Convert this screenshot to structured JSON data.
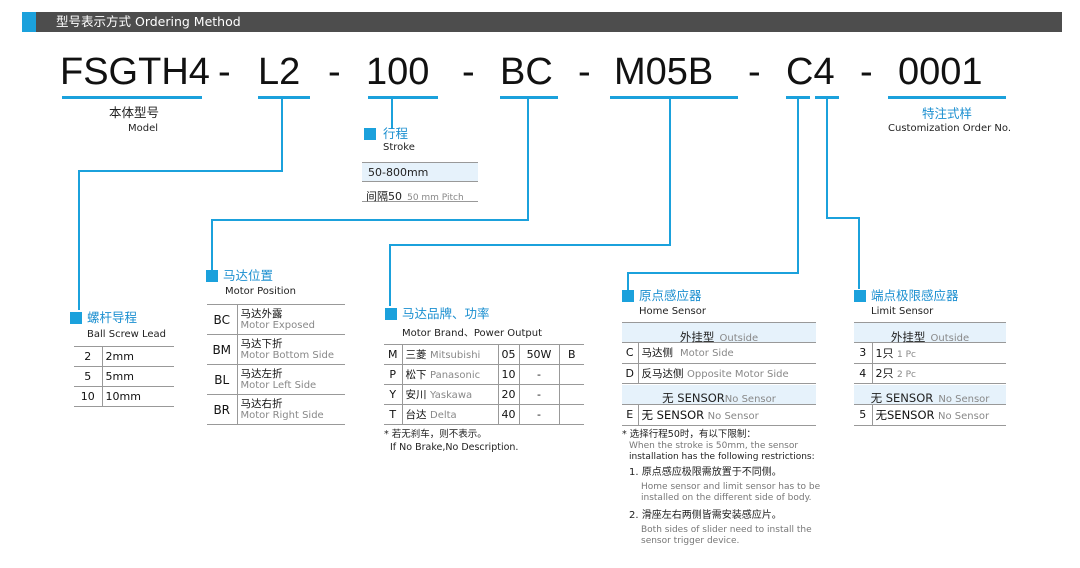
{
  "header": {
    "title": "型号表示方式   Ordering Method"
  },
  "code": {
    "model": "FSGTH4",
    "d1": "-",
    "lead": "L2",
    "d2": "-",
    "stroke": "100",
    "d3": "-",
    "position": "BC",
    "d4": "-",
    "motor": "M05B",
    "d5": "-",
    "sensors": "C4",
    "d6": "-",
    "custom": "0001"
  },
  "model_label": {
    "cn": "本体型号",
    "en": "Model"
  },
  "custom_label": {
    "cn": "特注式样",
    "en": "Customization Order No."
  },
  "stroke": {
    "cn": "行程",
    "en": "Stroke",
    "range": "50-800mm",
    "pitch_cn": "间隔50",
    "pitch_en": "50 mm Pitch"
  },
  "lead": {
    "cn": "螺杆导程",
    "en": "Ball Screw Lead",
    "rows": [
      {
        "k": "2",
        "v": "2mm"
      },
      {
        "k": "5",
        "v": "5mm"
      },
      {
        "k": "10",
        "v": "10mm"
      }
    ]
  },
  "position": {
    "cn": "马达位置",
    "en": "Motor Position",
    "rows": [
      {
        "k": "BC",
        "cn": "马达外露",
        "en": "Motor Exposed"
      },
      {
        "k": "BM",
        "cn": "马达下折",
        "en": "Motor Bottom Side"
      },
      {
        "k": "BL",
        "cn": "马达左折",
        "en": "Motor Left Side"
      },
      {
        "k": "BR",
        "cn": "马达右折",
        "en": "Motor Right Side"
      }
    ]
  },
  "motor": {
    "cn": "马达品牌、功率",
    "en": "Motor Brand、Power Output",
    "rows": [
      {
        "k": "M",
        "cn": "三菱",
        "en": "Mitsubishi",
        "code": "05",
        "watt": "50W",
        "b": "B"
      },
      {
        "k": "P",
        "cn": "松下",
        "en": "Panasonic",
        "code": "10",
        "watt": "-",
        "b": ""
      },
      {
        "k": "Y",
        "cn": "安川",
        "en": "Yaskawa",
        "code": "20",
        "watt": "-",
        "b": ""
      },
      {
        "k": "T",
        "cn": "台达",
        "en": "Delta",
        "code": "40",
        "watt": "-",
        "b": ""
      }
    ],
    "note_cn": "* 若无刹车，则不表示。",
    "note_en": "If No Brake,No Description."
  },
  "home": {
    "cn": "原点感应器",
    "en": "Home Sensor",
    "head_cn": "外挂型",
    "head_en": "Outside",
    "rows": [
      {
        "k": "C",
        "cn": "马达侧",
        "en": "Motor Side"
      },
      {
        "k": "D",
        "cn": "反马达侧",
        "en": "Opposite Motor Side"
      }
    ],
    "nosensor_cn": "无 SENSOR",
    "nosensor_en": "No Sensor",
    "row_e": {
      "k": "E",
      "cn": "无 SENSOR",
      "en": "No Sensor"
    },
    "notes": {
      "n0_cn": "* 选择行程50时，有以下限制：",
      "n0_en1": "When the stroke is 50mm, the sensor",
      "n0_en2": "installation has the following restrictions:",
      "n1_cn": "1. 原点感应极限需放置于不同侧。",
      "n1_en1": "Home sensor and limit sensor has to be",
      "n1_en2": "installed on the different side of body.",
      "n2_cn": "2. 滑座左右两侧皆需安装感应片。",
      "n2_en1": "Both sides of slider need to install the",
      "n2_en2": "sensor trigger device."
    }
  },
  "limit": {
    "cn": "端点极限感应器",
    "en": "Limit Sensor",
    "head_cn": "外挂型",
    "head_en": "Outside",
    "rows": [
      {
        "k": "3",
        "cn": "1只",
        "en": "1 Pc"
      },
      {
        "k": "4",
        "cn": "2只",
        "en": "2 Pc"
      }
    ],
    "nosensor_cn": "无 SENSOR",
    "nosensor_en": "No Sensor",
    "row_5": {
      "k": "5",
      "cn": "无SENSOR",
      "en": "No Sensor"
    }
  },
  "colors": {
    "accent": "#1ba1dc",
    "header_bg": "#4d4d4d",
    "label_blue": "#1b8fd0"
  }
}
